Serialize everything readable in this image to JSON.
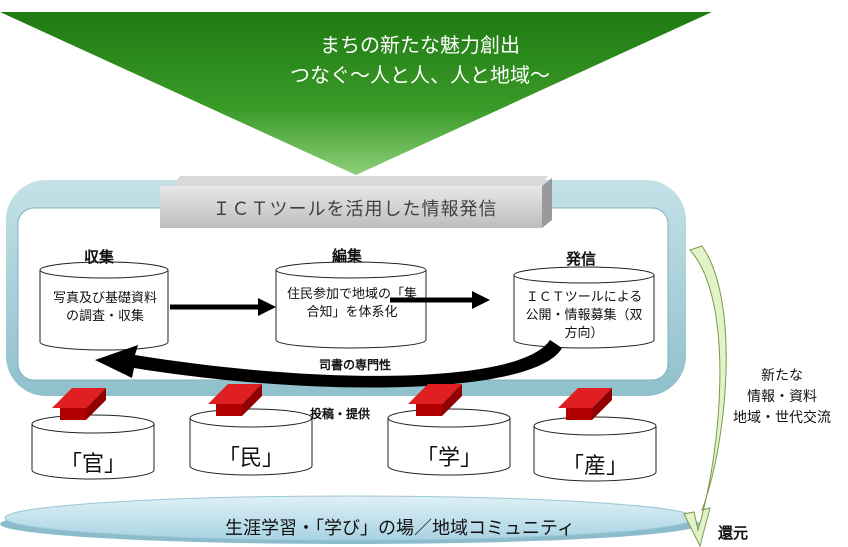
{
  "top": {
    "line1": "まちの新たな魅力創出",
    "line2": "つなぐ～人と人、人と地域～"
  },
  "banner": "ＩＣＴツールを活用した情報発信",
  "steps": [
    {
      "label": "収集",
      "text": "写真及び基礎資料の調査・収集"
    },
    {
      "label": "編集",
      "text": "住民参加で地域の「集合知」を体系化"
    },
    {
      "label": "発信",
      "text": "ＩＣＴツールによる公開・情報募集（双方向）"
    }
  ],
  "expertise": "司書の専門性",
  "post_label": "投稿・提供",
  "sources": [
    "「官」",
    "「民」",
    "「学」",
    "「産」"
  ],
  "base": "生涯学習・「学び」の場／地域コミュニティ",
  "side": {
    "line1": "新たな",
    "line2": "情報・資料",
    "line3": "地域・世代交流"
  },
  "return_label": "還元",
  "colors": {
    "triangle": "#2f8f1f",
    "frame": "#a8d0d8",
    "base": "#bfe0ec",
    "red_arrow": "#d01010",
    "side_arrow": "#dff0c0"
  }
}
